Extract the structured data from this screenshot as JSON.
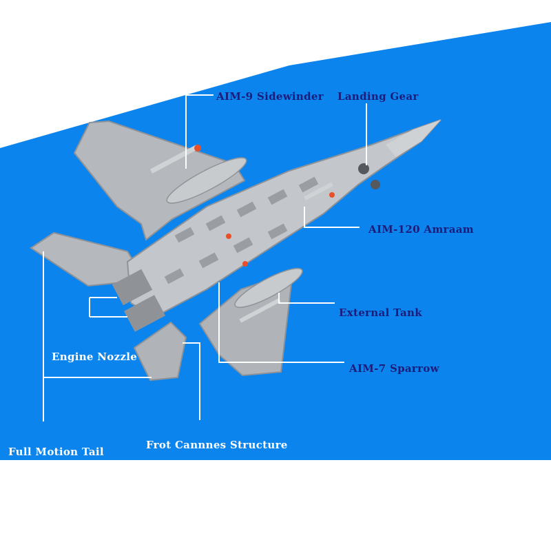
{
  "colors": {
    "background": "#ffffff",
    "band": "#0b84ee",
    "aircraft": "#b9bcc0",
    "aircraft_dark": "#8f9398",
    "missile_tip": "#e8502a",
    "leader_line": "#ffffff",
    "label_dark": "#1c1c7a",
    "label_light": "#ffffff"
  },
  "aircraft_icon": "fighter-jet-brick-model",
  "callouts": {
    "sidewinder": "AIM-9 Sidewinder",
    "landing_gear": "Landing Gear",
    "amraam": "AIM-120 Amraam",
    "external_tank": "External Tank",
    "sparrow": "AIM-7 Sparrow",
    "engine_nozzle": "Engine Nozzle",
    "full_motion_tail": "Full Motion Tail",
    "frot_structure": "Frot Cannnes Structure"
  }
}
